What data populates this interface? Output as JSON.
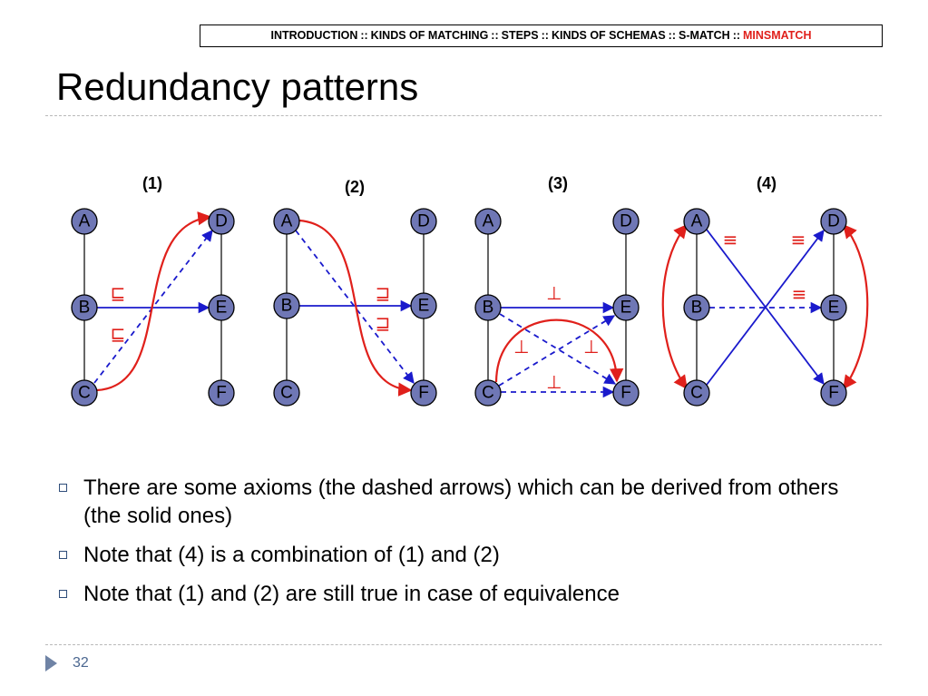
{
  "nav": {
    "items": [
      "INTRODUCTION",
      "KINDS OF MATCHING",
      "STEPS",
      "KINDS OF SCHEMAS",
      "S-MATCH"
    ],
    "separator": "::",
    "active": "MINSMATCH"
  },
  "title": "Redundancy patterns",
  "diagram": {
    "panels": [
      {
        "label": "(1)",
        "relation_labels": [
          "⊑",
          "⊑"
        ]
      },
      {
        "label": "(2)",
        "relation_labels": [
          "⊒",
          "⊒"
        ]
      },
      {
        "label": "(3)",
        "relation_labels": [
          "⊥",
          "⊥",
          "⊥",
          "⊥"
        ]
      },
      {
        "label": "(4)",
        "relation_labels": [
          "≡",
          "≡",
          "≡"
        ]
      }
    ],
    "node_labels": [
      "A",
      "B",
      "C",
      "D",
      "E",
      "F"
    ],
    "colors": {
      "node": "#6f77b5",
      "axiom_arrow": "#1a1acc",
      "tree_arrow": "#e0201b",
      "label": "#e0201b"
    }
  },
  "bullets": [
    "There are some axioms (the dashed arrows) which can be derived from others (the solid ones)",
    "Note that (4) is a combination of (1) and (2)",
    "Note that (1) and (2) are still true in case of equivalence"
  ],
  "footer": {
    "page_number": "32"
  }
}
